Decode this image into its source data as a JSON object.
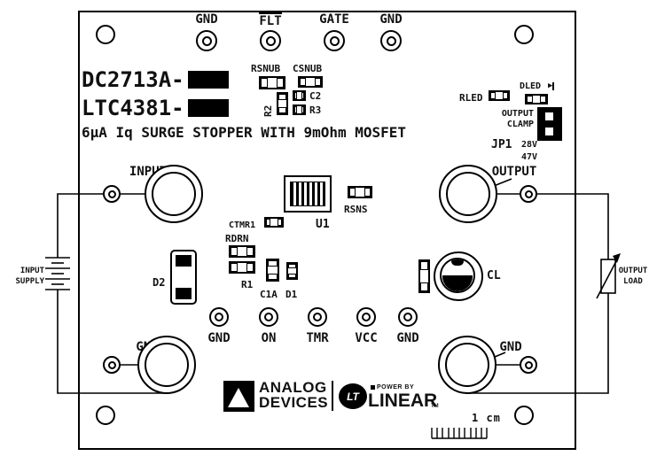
{
  "doc": {
    "title_line1": "DC2713A-",
    "title_line2": "LTC4381-",
    "subtitle": "6µA Iq SURGE STOPPER WITH 9mOhm MOSFET"
  },
  "top_terminals": {
    "gnd1": "GND",
    "flt": "FLT",
    "gate": "GATE",
    "gnd2": "GND"
  },
  "pads": {
    "input": "INPUT",
    "output": "OUTPUT",
    "gnd_bottom_left": "GND",
    "gnd_bottom_right": "GND"
  },
  "signal_terminals": {
    "gnd1": "GND",
    "on": "ON",
    "tmr": "TMR",
    "vcc": "VCC",
    "gnd2": "GND"
  },
  "components": {
    "rsnub": "RSNUB",
    "csnub": "CSNUB",
    "r2": "R2",
    "c2": "C2",
    "r3": "R3",
    "rled": "RLED",
    "dled": "DLED",
    "output_clamp_line1": "OUTPUT",
    "output_clamp_line2": "CLAMP",
    "jp1": "JP1",
    "jp1_option_top": "28V",
    "jp1_option_bottom": "47V",
    "rsns": "RSNS",
    "u1": "U1",
    "ctmr1": "CTMR1",
    "rdrn": "RDRN",
    "r1": "R1",
    "c1a": "C1A",
    "d1": "D1",
    "d2": "D2",
    "cl": "CL"
  },
  "external": {
    "input_supply_line1": "INPUT",
    "input_supply_line2": "SUPPLY",
    "output_load_line1": "OUTPUT",
    "output_load_line2": "LOAD"
  },
  "branding": {
    "adi_name_line1": "ANALOG",
    "adi_name_line2": "DEVICES",
    "power_by": "POWER BY",
    "linear": "LINEAR",
    "trademark": "TM",
    "lt_monogram": "LT"
  },
  "scale_bar": {
    "label": "1 cm"
  },
  "icons": {
    "dled_diode": "▶"
  },
  "colors": {
    "silkscreen": "#111111",
    "background": "#ffffff"
  }
}
